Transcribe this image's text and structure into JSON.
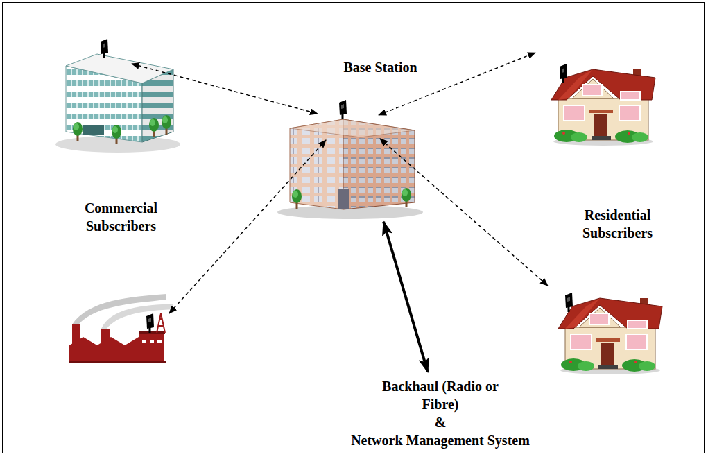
{
  "diagram": {
    "nodes": [
      {
        "text": [
          "Base Station"
        ]
      },
      {
        "text": [
          "Backhaul (Radio or Fibre)",
          "&",
          "Network Management System"
        ]
      }
    ],
    "edges": [
      {
        "from": 0,
        "to": 1,
        "arrow": "both"
      }
    ],
    "labels": [
      "Commercial Subscribers",
      "Residential Subscribers"
    ]
  }
}
